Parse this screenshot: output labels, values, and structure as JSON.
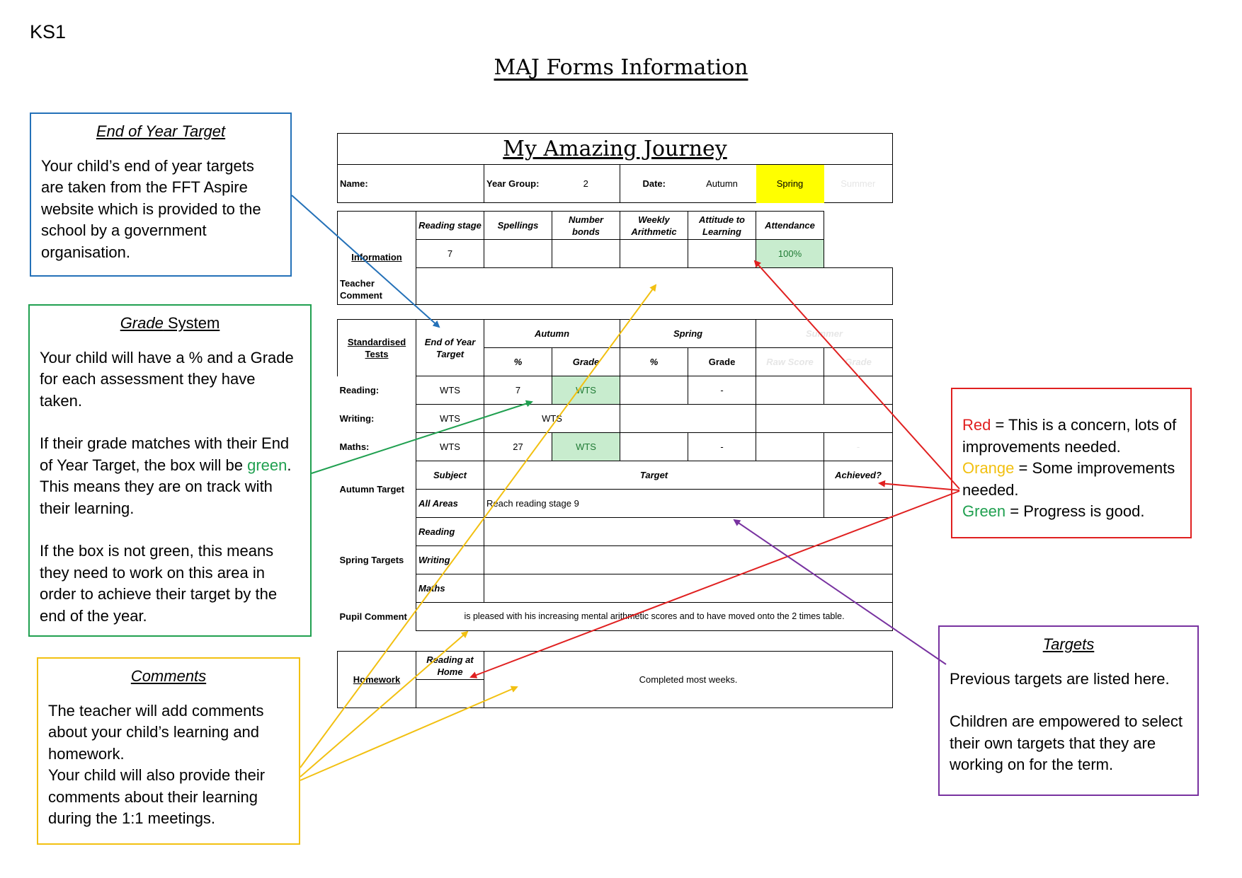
{
  "header": {
    "key_stage": "KS1",
    "title": "MAJ Forms Information"
  },
  "notes": {
    "end_of_year": {
      "title": "End of Year Target",
      "body": "Your child’s end of year targets are taken from the FFT Aspire website which is provided to the school by a government organisation."
    },
    "grade": {
      "title_italic": "Grade",
      "title_rest": " System",
      "p1": "Your child will have a % and a Grade for each assessment they have taken.",
      "p2_before": "If their grade matches with their End of Year Target, the box will be ",
      "p2_green": "green",
      "p2_after": ". This means they are on track with their learning.",
      "p3": "If the box is not green, this means they need to work on this area in order to achieve their target by the end of the year."
    },
    "comments": {
      "title": "Comments",
      "p1": "The teacher will add comments about your child’s learning and homework.",
      "p2": "Your child will also provide their comments about their learning during the 1:1 meetings."
    },
    "key": {
      "red_word": "Red",
      "red_text": " = This is a concern, lots of improvements needed.",
      "orange_word": "Orange",
      "orange_text": " = Some improvements needed.",
      "green_word": "Green",
      "green_text": " = Progress is good."
    },
    "targets": {
      "title": "Targets",
      "p1": "Previous targets are listed here.",
      "p2": "Children are empowered to select their own targets that they are working on for the term."
    }
  },
  "form": {
    "title": "My Amazing Journey",
    "name_label": "Name:",
    "year_group_label": "Year Group:",
    "year_group_value": "2",
    "date_label": "Date:",
    "terms": [
      "Autumn",
      "Spring",
      "Summer"
    ],
    "information": {
      "label": "Information",
      "headers": [
        "Reading stage",
        "Spellings",
        "Number bonds",
        "Weekly Arithmetic",
        "Attitude to Learning",
        "Attendance"
      ],
      "values": [
        "7",
        "",
        "",
        "",
        "",
        "100%"
      ],
      "teacher_comment_label": "Teacher Comment"
    },
    "standardised": {
      "label_line1": "Standardised",
      "label_line2": "Tests",
      "eoy_header": "End of Year Target",
      "terms": [
        "Autumn",
        "Spring",
        "Summer"
      ],
      "subheaders": [
        "%",
        "Grade",
        "%",
        "Grade",
        "Raw Score",
        "Grade"
      ],
      "rows": [
        {
          "label": "Reading:",
          "target": "WTS",
          "aut_pct": "7",
          "aut_grade": "WTS",
          "spr_pct": "",
          "spr_grade": "-",
          "sum_raw": "",
          "sum_grade": ""
        },
        {
          "label": "Writing:",
          "target": "WTS",
          "combined": "WTS"
        },
        {
          "label": "Maths:",
          "target": "WTS",
          "aut_pct": "27",
          "aut_grade": "WTS",
          "spr_pct": "",
          "spr_grade": "-",
          "sum_raw": "",
          "sum_grade": "-"
        }
      ]
    },
    "targets": {
      "autumn_label": "Autumn Target",
      "spring_label": "Spring Targets",
      "headers": [
        "Subject",
        "Target",
        "Achieved?"
      ],
      "rows": [
        {
          "subject": "All Areas",
          "target": "Reach reading stage 9"
        },
        {
          "subject": "Reading",
          "target": ""
        },
        {
          "subject": "Writing",
          "target": ""
        },
        {
          "subject": "Maths",
          "target": ""
        }
      ]
    },
    "pupil_comment": {
      "label": "Pupil Comment",
      "text": "is pleased with his increasing mental arithmetic scores and to have moved onto the 2 times table."
    },
    "homework": {
      "label": "Homework",
      "sub": "Reading at Home",
      "text": "Completed most weeks."
    }
  },
  "colors": {
    "blue": "#2471b8",
    "green": "#20a050",
    "yellow": "#f2c011",
    "red": "#e02020",
    "purple": "#7832a0",
    "cell_green": "#c8ecce",
    "cell_yellow": "#ffff00"
  }
}
